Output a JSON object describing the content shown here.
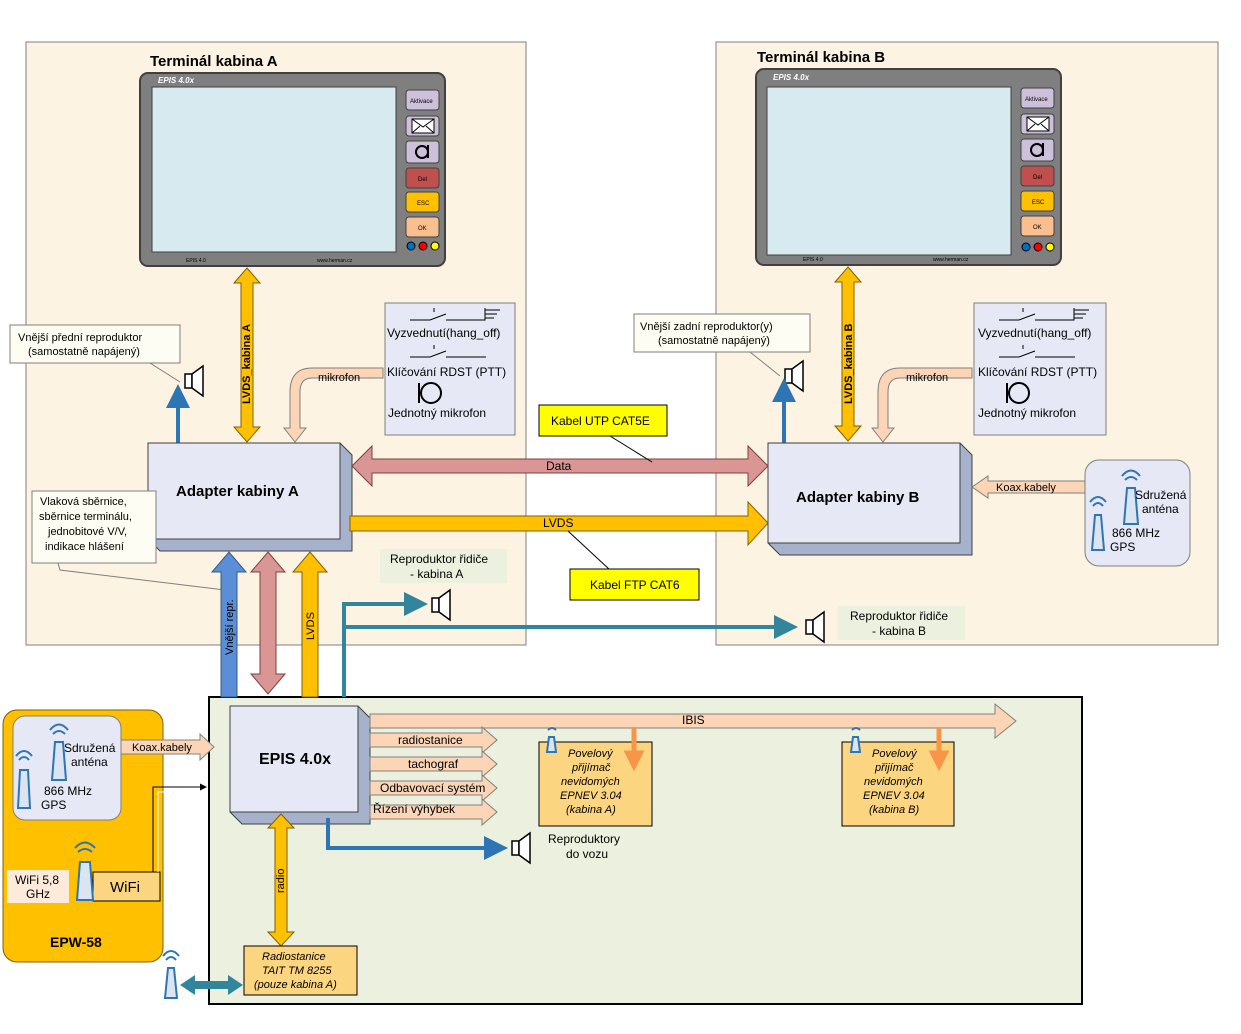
{
  "terminal_a": {
    "title": "Terminál kabina A",
    "brand": "EPIS 4.0x",
    "footer_left": "EPIS 4.0",
    "footer_right": "www.herman.cz"
  },
  "terminal_b": {
    "title": "Terminál kabina B",
    "brand": "EPIS 4.0x",
    "footer_left": "EPIS 4.0",
    "footer_right": "www.herman.cz"
  },
  "keys": {
    "aktivace": "Aktivace",
    "del": "Del",
    "esc": "ESC",
    "ok": "OK"
  },
  "lvds_a": "LVDS_kabina A",
  "lvds_b": "LVDS_kabina B",
  "speaker_front": {
    "line1": "Vnější přední reproduktor",
    "line2": "(samostatně napájený)"
  },
  "speaker_rear": {
    "line1": "Vnější zadní reproduktor(y)",
    "line2": "(samostatně napájený)"
  },
  "mic_box": {
    "hang_off": "Vyzvednutí(hang_off)",
    "ptt": "Klíčování RDST (PTT)",
    "mic": "Jednotný  mikrofon"
  },
  "mikrofon": "mikrofon",
  "adapter_a": "Adapter kabiny A",
  "adapter_b": "Adapter kabiny B",
  "data_label": "Data",
  "lvds_label": "LVDS",
  "utp_label": "Kabel UTP CAT5E",
  "ftp_label": "Kabel FTP CAT6",
  "train_bus": {
    "l1": "Vlaková sběrnice,",
    "l2": "sběrnice terminálu,",
    "l3": "jednobitové V/V,",
    "l4": "indikace hlášení"
  },
  "koax_b": "Koax.kabely",
  "antenna_b": {
    "l1": "Sdružená",
    "l2": "anténa",
    "l3": "866 MHz",
    "l4": "GPS"
  },
  "driver_speaker_a": {
    "l1": "Reproduktor řidiče",
    "l2": "- kabina A"
  },
  "driver_speaker_b": {
    "l1": "Reproduktor řidiče",
    "l2": "- kabina B"
  },
  "vnejsi_repr": "Vnější repr.",
  "lvds_vertical": "LVDS",
  "epis_label": "EPIS 4.0x",
  "ibis": "IBIS",
  "outputs": [
    "radiostanice",
    "tachograf",
    "Odbavovací systém",
    "Řízení výhybek"
  ],
  "receiver_a": {
    "l1": "Povelový",
    "l2": "přijímač",
    "l3": "nevidomých",
    "l4": "EPNEV 3.04",
    "l5": "(kabina A)"
  },
  "receiver_b": {
    "l1": "Povelový",
    "l2": "přijímač",
    "l3": "nevidomých",
    "l4": "EPNEV 3.04",
    "l5": "(kabina B)"
  },
  "car_speakers": {
    "l1": "Reproduktory",
    "l2": "do vozu"
  },
  "radio": "radio",
  "radio_station": {
    "l1": "Radiostanice",
    "l2": "TAIT TM 8255",
    "l3": "(pouze kabina A)"
  },
  "epw": {
    "title": "EPW-58",
    "koax": "Koax.kabely",
    "antenna_l1": "Sdružená",
    "antenna_l2": "anténa",
    "antenna_l3": "866 MHz",
    "antenna_l4": "GPS",
    "wifi_label_l1": "WiFi 5,8",
    "wifi_label_l2": "GHz",
    "wifi": "WiFi"
  },
  "colors": {
    "cabin_bg": "#fdf3e3",
    "vehicle_bg": "#ebf1de",
    "epw_bg": "#ffc000",
    "adapter": "#e6e9f5",
    "lvds_arrow": "#ffc000",
    "data_arrow": "#d99694",
    "speaker_arrow": "#2e75b6",
    "teal_arrow": "#31859c",
    "mic_arrow": "#fbd5b5",
    "note_yellow": "#ffff00",
    "receiver_bg": "#fcd581"
  }
}
